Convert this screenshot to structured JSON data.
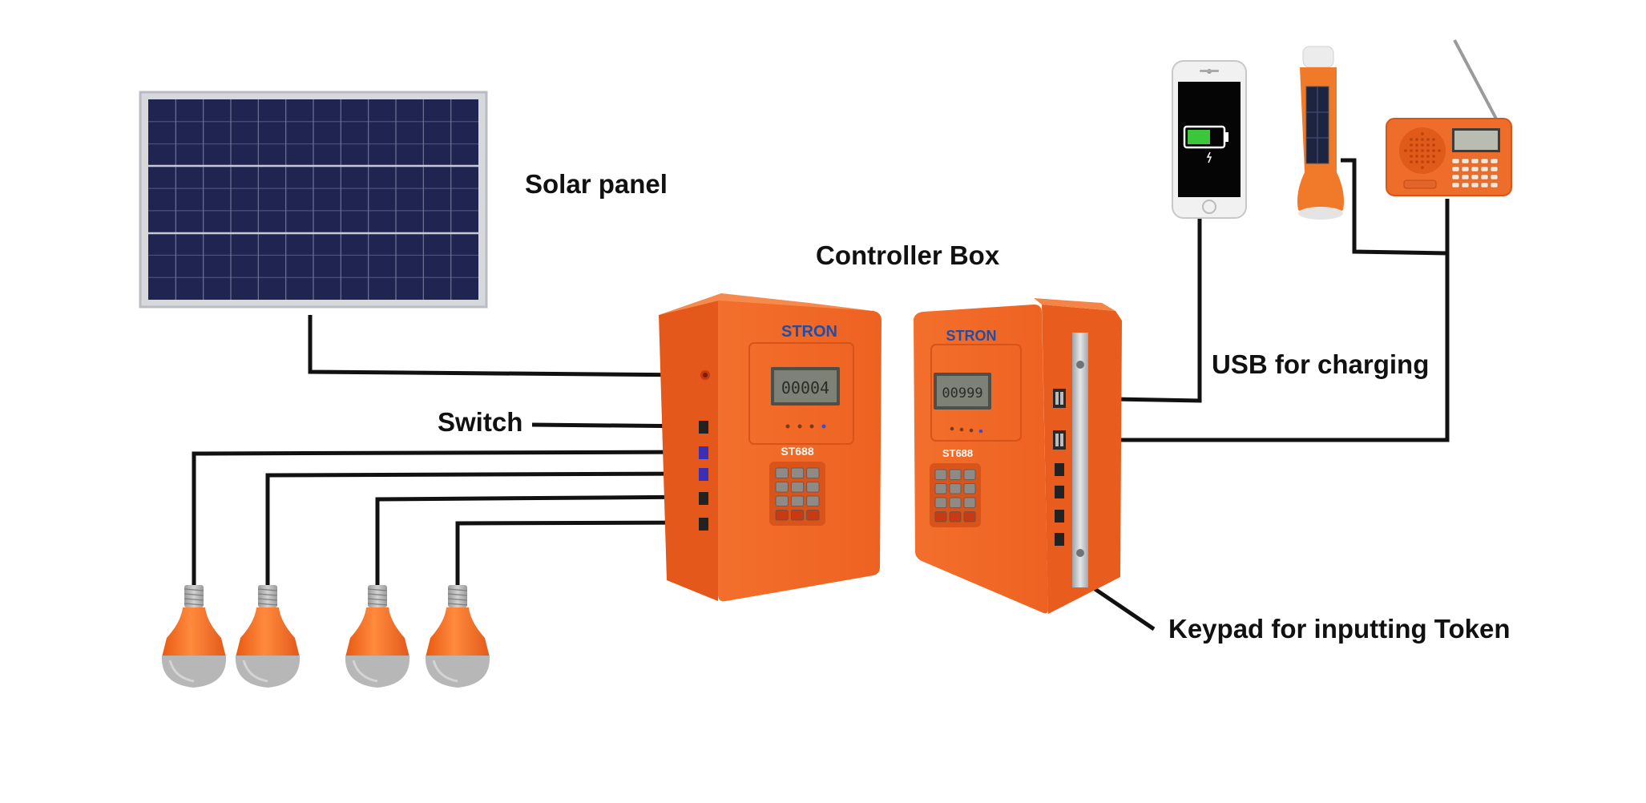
{
  "labels": {
    "solar_panel": "Solar panel",
    "controller_box": "Controller Box",
    "switch": "Switch",
    "usb_for_charging": "USB for charging",
    "keypad": "Keypad for inputting Token"
  },
  "controller": {
    "brand": "STRON",
    "model": "ST688",
    "lcd_left": "00004",
    "lcd_right": "00999"
  },
  "colors": {
    "box_orange": "#f26a2a",
    "box_orange_dark": "#d5531a",
    "panel_cell": "#1f2451",
    "panel_frame": "#c9cbd1",
    "wire": "#111111",
    "bulb_base": "#b8b8b8",
    "battery_green": "#3cc63c",
    "brand_blue": "#1f4ea8"
  },
  "icons": [
    "solar-panel-icon",
    "controller-box-icon",
    "smartphone-icon",
    "flashlight-icon",
    "radio-icon",
    "light-bulb-icon"
  ]
}
